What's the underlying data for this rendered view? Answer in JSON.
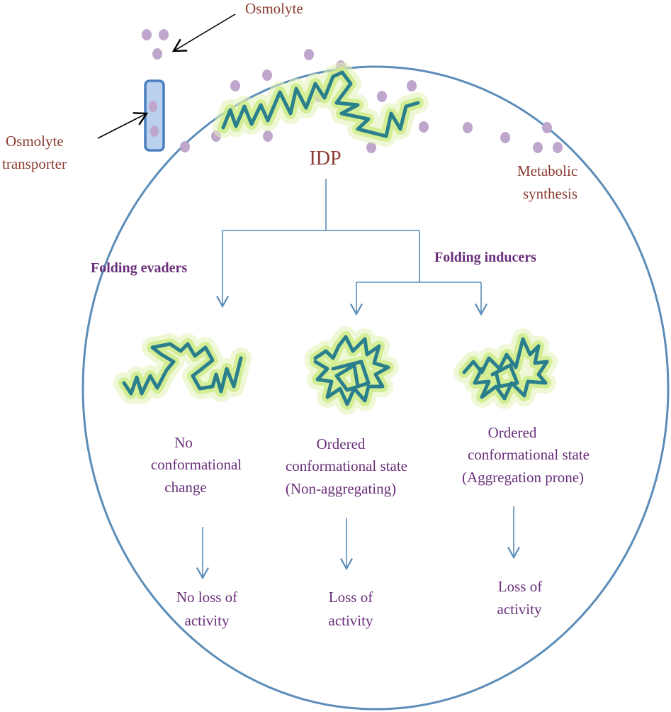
{
  "labels": {
    "osmolyte": "Osmolyte",
    "transporter_line1": "Osmolyte",
    "transporter_line2": "transporter",
    "idp": "IDP",
    "metabolic_line1": "Metabolic",
    "metabolic_line2": "synthesis",
    "folding_evaders": "Folding evaders",
    "folding_inducers": "Folding inducers"
  },
  "states": [
    {
      "lines": [
        "No",
        "conformational",
        "change"
      ],
      "outcome": [
        "No loss of",
        "activity"
      ]
    },
    {
      "lines": [
        "Ordered",
        "conformational state",
        "(Non-aggregating)"
      ],
      "outcome": [
        "Loss of",
        "activity"
      ]
    },
    {
      "lines": [
        "Ordered",
        "conformational state",
        "(Aggregation  prone)"
      ],
      "outcome": [
        "Loss of",
        "activity"
      ]
    }
  ],
  "colors": {
    "cell_border": "#5b8db8",
    "chain": "#2a7f8c",
    "chain_glow": "#cdeb86",
    "osmolyte": "#bfa6cc",
    "label_red": "#8a3c32",
    "label_purple": "#6a2f7a"
  }
}
